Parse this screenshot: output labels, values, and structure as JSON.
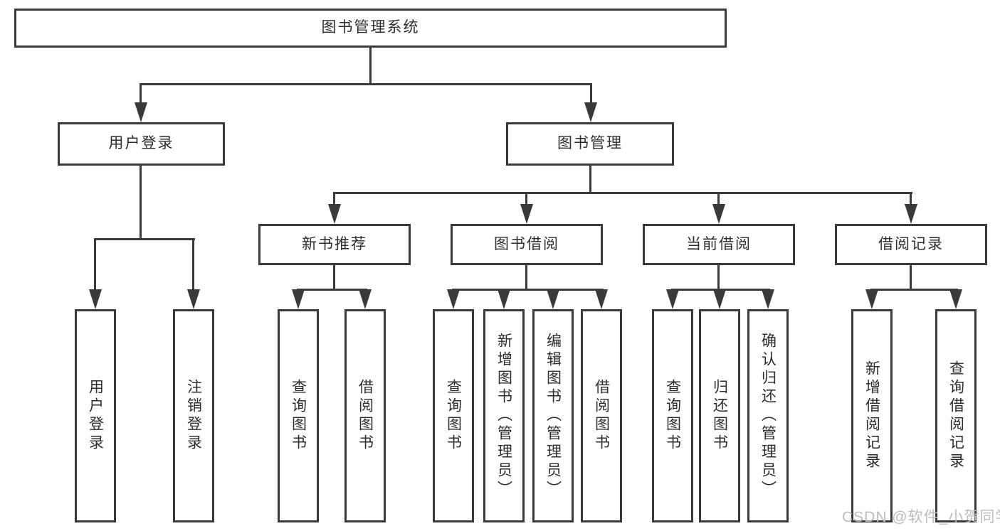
{
  "colors": {
    "line": "#3a3a3a",
    "border": "#3a3a3a",
    "text": "#2d2d2d",
    "bg": "#ffffff",
    "watermark": "#bdbdbd"
  },
  "diagram": {
    "type": "tree",
    "root": {
      "label": "图书管理系统"
    },
    "branches": [
      {
        "label": "用户登录",
        "leaves": [
          {
            "label": "用户登录"
          },
          {
            "label": "注销登录"
          }
        ]
      },
      {
        "label": "图书管理",
        "modules": [
          {
            "label": "新书推荐",
            "leaves": [
              {
                "label": "查询图书"
              },
              {
                "label": "借阅图书"
              }
            ]
          },
          {
            "label": "图书借阅",
            "leaves": [
              {
                "label": "查询图书"
              },
              {
                "label": "新增图书（管理员）"
              },
              {
                "label": "编辑图书（管理员）"
              },
              {
                "label": "借阅图书"
              }
            ]
          },
          {
            "label": "当前借阅",
            "leaves": [
              {
                "label": "查询图书"
              },
              {
                "label": "归还图书"
              },
              {
                "label": "确认归还（管理员）"
              }
            ]
          },
          {
            "label": "借阅记录",
            "leaves": [
              {
                "label": "新增借阅记录"
              },
              {
                "label": "查询借阅记录"
              }
            ]
          }
        ]
      }
    ]
  },
  "watermark": {
    "text": "CSDN @软件_小贺同学"
  }
}
